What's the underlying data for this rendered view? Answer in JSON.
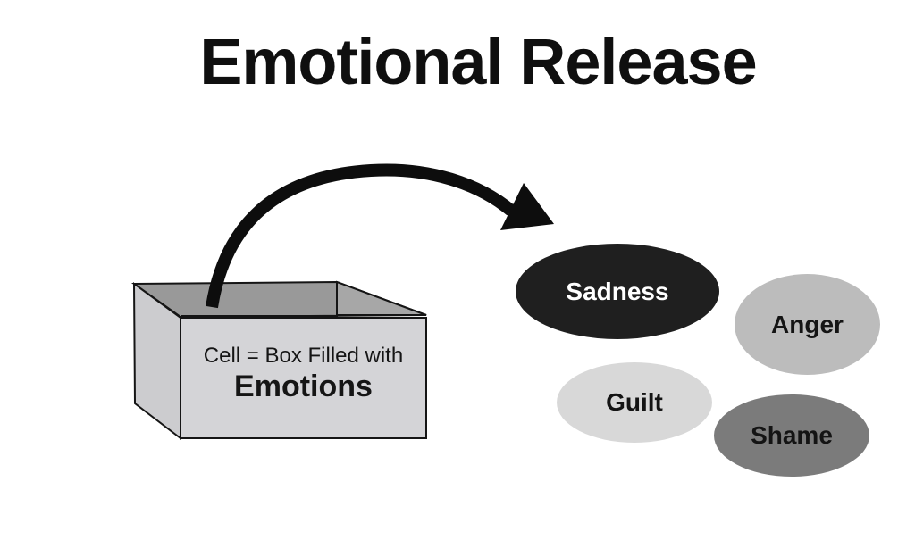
{
  "title": "Emotional Release",
  "title_color": "#0f0f0f",
  "background": "#ffffff",
  "box": {
    "caption_line1": "Cell = Box Filled with",
    "caption_line2": "Emotions",
    "colors": {
      "front_face": "#d4d4d7",
      "left_face": "#cccccf",
      "inner_back_wall": "#999999",
      "inner_right_wall": "#a7a7a7",
      "outline": "#151515"
    }
  },
  "arrow": {
    "color": "#0d0d0d",
    "description": "curved arrow from box opening to emotion cloud"
  },
  "emotions": [
    {
      "label": "Sadness",
      "fill": "#1f1f1f",
      "text_color": "#ffffff"
    },
    {
      "label": "Anger",
      "fill": "#bcbcbc",
      "text_color": "#141414"
    },
    {
      "label": "Guilt",
      "fill": "#d8d8d8",
      "text_color": "#141414"
    },
    {
      "label": "Shame",
      "fill": "#7b7b7b",
      "text_color": "#141414"
    }
  ]
}
